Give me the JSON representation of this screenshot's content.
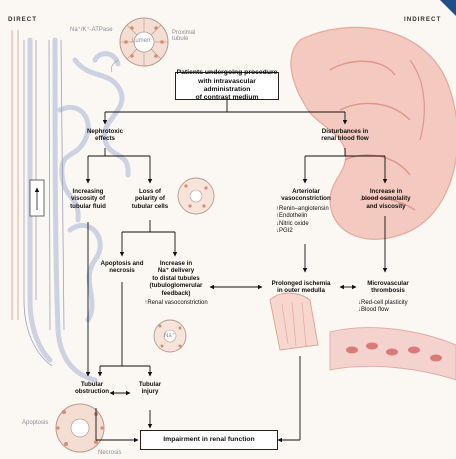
{
  "headers": {
    "direct": "DIRECT",
    "indirect": "INDIRECT"
  },
  "anatomy_labels": {
    "pump": "Na⁺/K⁺-ATPase",
    "lumen": "Lumen",
    "proximal_tubule": "Proximal\ntubule",
    "apoptosis": "Apoptosis",
    "necrosis": "Necrosis",
    "na": "Na⁺"
  },
  "nodes": {
    "patients": "Patients undergoing procedure\nwith intravascular administration\nof contrast medium",
    "nephrotoxic": "Nephrotoxic\neffects",
    "disturbances": "Disturbances in\nrenal blood flow",
    "viscosity": "Increasing\nviscosity of\ntubular fluid",
    "polarity": "Loss of\npolarity of\ntubular cells",
    "arteriolar": "Arteriolar\nvasoconstriction",
    "osmolality": "Increase in\nblood osmolality\nand viscosity",
    "apoptosis_necrosis": "Apoptosis and\nnecrosis",
    "na_delivery": "Increase in\nNa⁺ delivery\nto distal tubules\n(tubuloglomerular\nfeedback)",
    "ischemia": "Prolonged ischemia\nin outer medulla",
    "thrombosis": "Microvascular\nthrombosis",
    "obstruction": "Tubular\nobstruction",
    "injury": "Tubular\ninjury",
    "impairment": "Impairment in renal function"
  },
  "details": {
    "vaso_list": "↑Renin–angiotensin\n↑Endothelin\n↓Nitric oxide\n↓PGI2",
    "renal_vaso": "↑Renal vasoconstriction",
    "thrombo_list": "↓Red-cell plasticity\n↓Blood flow"
  },
  "colors": {
    "vessel": "#c8cfe0",
    "kidney": "#f3c9c0",
    "kidney_edge": "#e8a89b",
    "corner": "#1f4e8c"
  }
}
